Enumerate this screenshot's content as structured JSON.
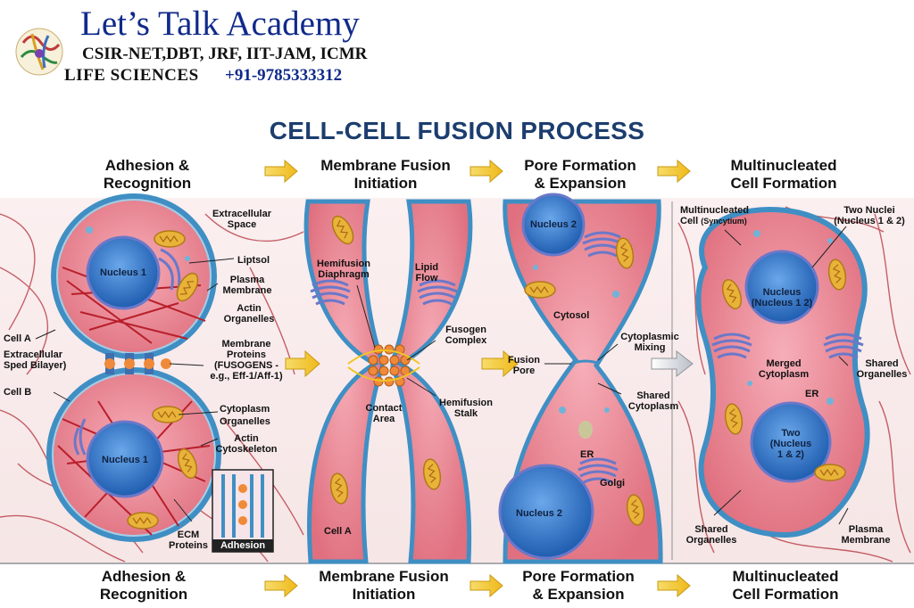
{
  "brand": {
    "title": "Let’s Talk Academy",
    "subtitle": "CSIR-NET,DBT, JRF, IIT-JAM, ICMR",
    "life": "LIFE SCIENCES",
    "phone": "+91-9785333312"
  },
  "title": "CELL-CELL FUSION PROCESS",
  "steps_top": [
    {
      "line1": "Adhesion &",
      "line2": "Recognition"
    },
    {
      "line1": "Membrane Fusion",
      "line2": "Initiation"
    },
    {
      "line1": "Pore Formation",
      "line2": "& Expansion"
    },
    {
      "line1": "Multinucleated",
      "line2": "Cell Formation"
    }
  ],
  "steps_bottom": [
    {
      "line1": "Adhesion &",
      "line2": "Recognition"
    },
    {
      "line1": "Membrane Fusion",
      "line2": "Initiation"
    },
    {
      "line1": "Pore Formation",
      "line2": "& Expansion"
    },
    {
      "line1": "Multinucleated",
      "line2": "Cell Formation"
    }
  ],
  "panel1": {
    "extracellular": [
      "Extracellular",
      "Space"
    ],
    "liptsol": "Liptsol",
    "plasma": [
      "Plasma",
      "Membrane"
    ],
    "actin_org": [
      "Actin",
      "Organelles"
    ],
    "cell_a": "Cell A",
    "extra_bilayer": [
      "Extracellular",
      "Sped Bilayer)"
    ],
    "cell_b": "Cell B",
    "membrane_proteins": [
      "Membrane",
      "Proteins",
      "(FUSOGENS -",
      "e.g., Eff-1/Aff-1)"
    ],
    "cytoplasm": "Cytoplasm",
    "organelles": "Organelles",
    "actin_cyto": [
      "Actin",
      "Cytoskeleton"
    ],
    "nucleus_top": "Nucleus 1",
    "nucleus_bottom": "Nucleus 1",
    "ecm": [
      "ECM",
      "Proteins"
    ],
    "adhesion_box": "Adhesion"
  },
  "panel2": {
    "hemifusion_diaphragm": [
      "Hemifusion",
      "Diaphragm"
    ],
    "lipid_flow": [
      "Lipid",
      "Flow"
    ],
    "fusogen_complex": [
      "Fusogen",
      "Complex"
    ],
    "contact_area": [
      "Contact",
      "Area"
    ],
    "hemifusion_stalk": [
      "Hemifusion",
      "Stalk"
    ],
    "cell_a": "Cell A"
  },
  "panel3": {
    "nucleus_top": "Nucleus 2",
    "cytosol": "Cytosol",
    "fusion_pore": [
      "Fusion",
      "Pore"
    ],
    "cytoplasmic_mixing": [
      "Cytoplasmic",
      "Mixing"
    ],
    "shared_cytoplasm": [
      "Shared",
      "Cytoplasm"
    ],
    "er": "ER",
    "golgi": "Golgi",
    "nucleus_bottom": "Nucleus 2"
  },
  "panel4": {
    "multinucleated": [
      "Multinucleated",
      "Cell",
      "(Syncytium)"
    ],
    "two_nuclei": [
      "Two Nuclei",
      "(Nucleus 1 & 2)"
    ],
    "nucleus_top": [
      "Nucleus",
      "(Nucleus 1 2)"
    ],
    "merged_cytoplasm": [
      "Merged",
      "Cytoplasm"
    ],
    "shared_organelles_r": [
      "Shared",
      "Organelles"
    ],
    "er": "ER",
    "nucleus_bottom": [
      "Two",
      "(Nucleus",
      "1 & 2)"
    ],
    "shared_organelles_l": [
      "Shared",
      "Organelles"
    ],
    "plasma_membrane": [
      "Plasma",
      "Membrane"
    ]
  },
  "colors": {
    "title": "#1c3d6e",
    "brand": "#102a8a",
    "cytoplasm": "#e88a9a",
    "nucleus": "#3d7fd0",
    "membrane": "#3f8fc4",
    "arrow": "#f0c420",
    "actin": "#b81f2a"
  }
}
